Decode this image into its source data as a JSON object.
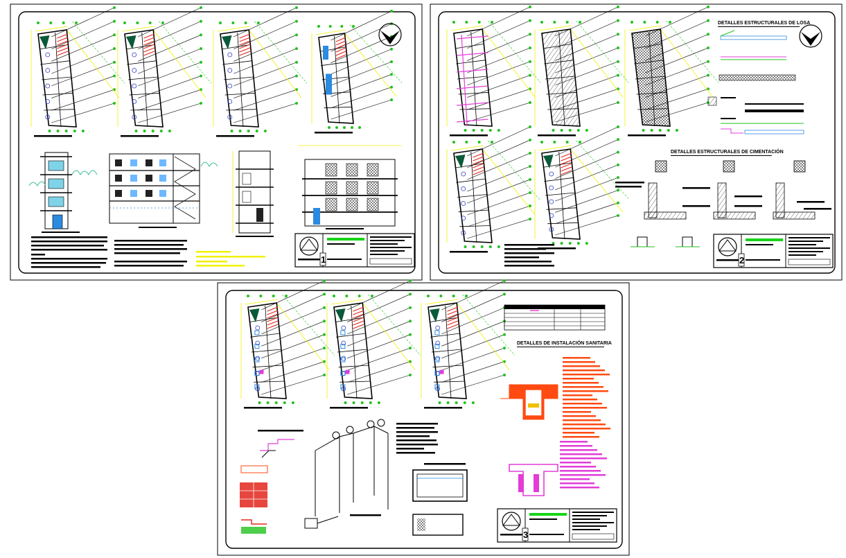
{
  "sheets": [
    {
      "number": "1"
    },
    {
      "number": "2",
      "titles": [
        "DETALLES ESTRUCTURALES DE LOSA",
        "DETALLES ESTRUCTURALES DE CIMENTACIÓN"
      ]
    },
    {
      "number": "3",
      "titles": [
        "DETALLES DE INSTALACIÓN SANITARIA"
      ]
    }
  ],
  "colors": {
    "background": "#ffffff",
    "frame": "#000000",
    "plan_lines": "#000000",
    "grid_green": "#22c21e",
    "dimension_yellow": "#f0f000",
    "stair_red": "#e2261c",
    "accent_magenta": "#e23dd8",
    "sanitary_orange": "#ff4a12",
    "water_blue": "#2a8be0",
    "titleblock_green": "#18d418"
  },
  "icons": [
    "north-arrow-icon"
  ]
}
